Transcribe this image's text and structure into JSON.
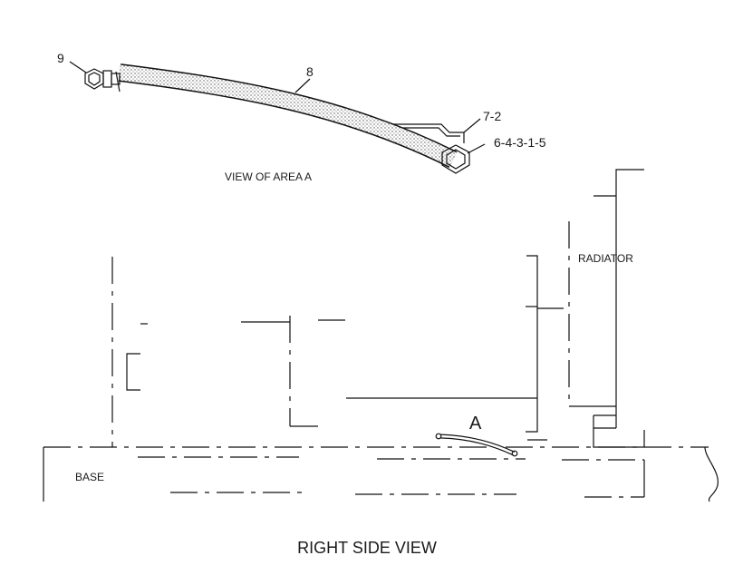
{
  "callouts": {
    "item_9": "9",
    "item_8": "8",
    "item_7_2": "7-2",
    "item_6_4_3_1_5": "6-4-3-1-5"
  },
  "labels": {
    "view_of_area_a": "VIEW OF AREA  A",
    "radiator": "RADIATOR",
    "base": "BASE",
    "area_marker": "A",
    "right_side_view": "RIGHT SIDE VIEW"
  },
  "colors": {
    "line": "#111111",
    "hose_fill": "#d9d9d9",
    "background": "#ffffff"
  }
}
